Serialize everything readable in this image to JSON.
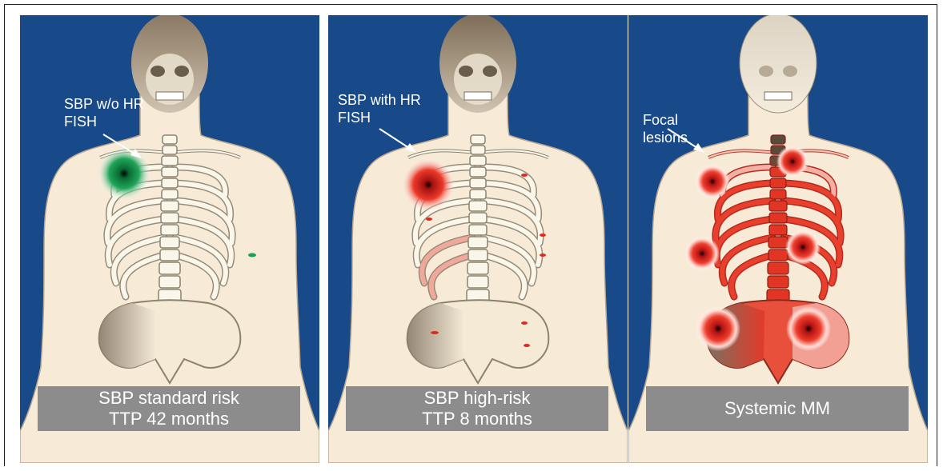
{
  "colors": {
    "background": "#184a8a",
    "skin": "#f7ead6",
    "bone": "#fbf6ea",
    "bone_outline": "#8b836f",
    "caption_bg": "#8c8c8c",
    "lesion_green": "#129a4a",
    "lesion_red": "#e02a1c"
  },
  "panels": [
    {
      "label": "SBP w/o HR\nFISH",
      "caption_line1": "SBP standard risk",
      "caption_line2": "TTP 42 months"
    },
    {
      "label": "SBP with HR\nFISH",
      "caption_line1": "SBP high-risk",
      "caption_line2": "TTP 8 months"
    },
    {
      "label": "Focal\nlesions",
      "caption_line1": "Systemic MM",
      "caption_line2": ""
    }
  ]
}
